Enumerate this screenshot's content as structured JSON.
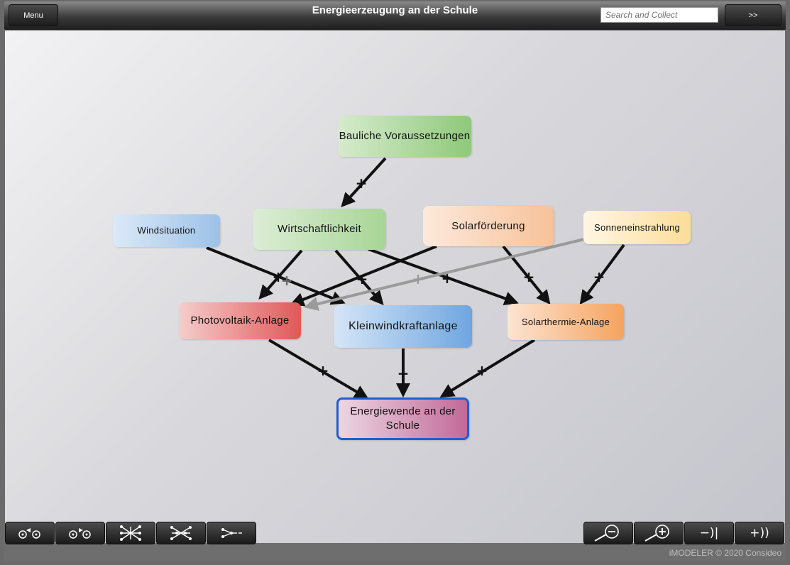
{
  "header": {
    "menu_label": "Menu",
    "title": "Energieerzeugung an der Schule",
    "search_placeholder": "Search and Collect",
    "next_label": ">>"
  },
  "nodes": {
    "bauliche": "Bauliche Voraussetzungen",
    "windsituation": "Windsituation",
    "wirtschaftlichkeit": "Wirtschaftlichkeit",
    "solarfoerderung": "Solarförderung",
    "sonneneinstrahlung": "Sonneneinstrahlung",
    "photovoltaik": "Photovoltaik-Anlage",
    "kleinwind": "Kleinwindkraftanlage",
    "solarthermie": "Solarthermie-Anlage",
    "energiewende": "Energiewende an der Schule"
  },
  "edge_sign": "+",
  "toolbar": {
    "left_icons": [
      "collapse-left-icon",
      "collapse-right-icon",
      "network-icon",
      "network-expand-icon",
      "network-reduce-icon"
    ],
    "right_icons": [
      "zoom-out-icon",
      "zoom-in-icon",
      "decrease-depth-icon",
      "increase-depth-icon"
    ],
    "decrease_label": "−)|",
    "increase_label": "+))"
  },
  "colors": {
    "accent_border": "#1e5fd0",
    "edge": "#111111",
    "edge_faded": "#9a9a9a"
  },
  "footer": {
    "copyright": "iMODELER © 2020 Consideo"
  }
}
